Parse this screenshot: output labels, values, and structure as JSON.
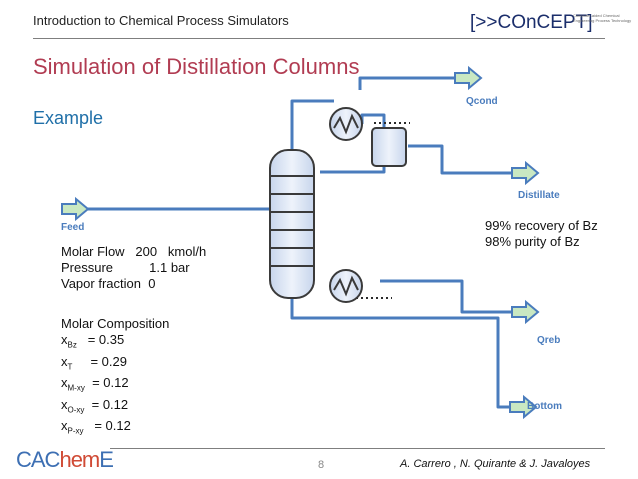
{
  "header": {
    "course_title": "Introduction to Chemical Process Simulators",
    "logo_text": "[>>COnCEPT]",
    "logo_subtitle": "Computer-aided Chemical Engineering Process Technology"
  },
  "slide": {
    "title": "Simulation of Distillation Columns",
    "subtitle": "Example"
  },
  "diagram": {
    "stream_labels": {
      "feed": "Feed",
      "qcond": "Qcond",
      "distillate": "Distillate",
      "qreb": "Qreb",
      "bottom": "Bottom"
    },
    "colors": {
      "pipe": "#4a7cbd",
      "vessel_fill": "#dfe7f4",
      "arrow_fill": "#c9e8c2",
      "arrow_stroke": "#4a7cbd"
    }
  },
  "feed_specs": {
    "molar_flow": "Molar Flow   200   kmol/h",
    "pressure": "Pressure          1.1 bar",
    "vapor_fraction": "Vapor fraction  0"
  },
  "composition": {
    "heading": "Molar Composition",
    "items": [
      {
        "symbol": "x",
        "sub": "Bz",
        "value": "= 0.35"
      },
      {
        "symbol": "x",
        "sub": "T",
        "value": "= 0.29"
      },
      {
        "symbol": "x",
        "sub": "M-xy",
        "value": "= 0.12"
      },
      {
        "symbol": "x",
        "sub": "O-xy",
        "value": "= 0.12"
      },
      {
        "symbol": "x",
        "sub": "P-xy",
        "value": "= 0.12"
      }
    ]
  },
  "targets": {
    "recovery": "99% recovery of Bz",
    "purity": "98% purity of Bz"
  },
  "footer": {
    "logo_left": "CAC",
    "logo_mid": "hem",
    "logo_right": "E",
    "page": "8",
    "authors": "A. Carrero , N. Quirante & J. Javaloyes"
  }
}
